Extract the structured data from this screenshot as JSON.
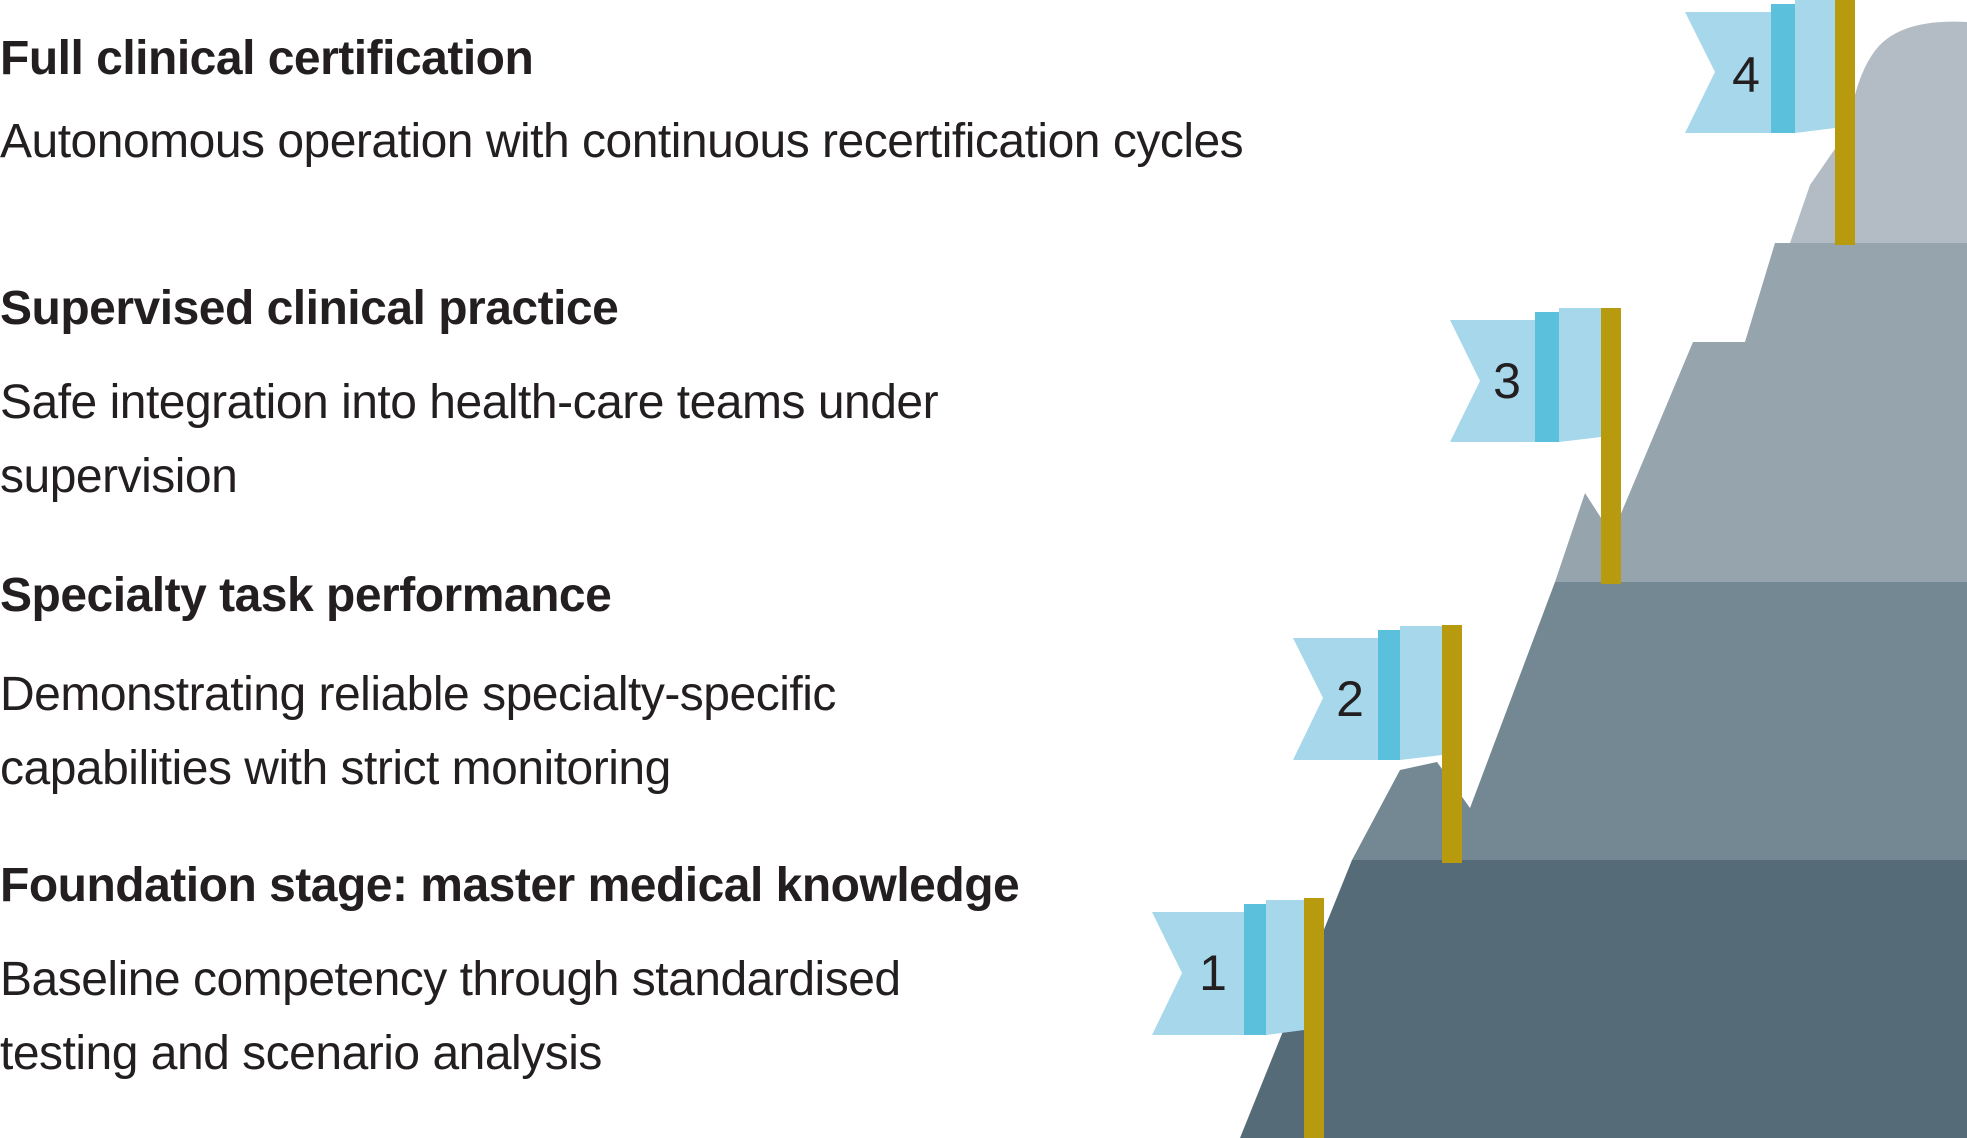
{
  "stages": [
    {
      "number": "1",
      "title": "Foundation stage: master medical knowledge",
      "description": "Baseline competency through standardised testing and scenario analysis"
    },
    {
      "number": "2",
      "title": "Specialty task performance",
      "description": "Demonstrating reliable specialty-specific capabilities with strict monitoring"
    },
    {
      "number": "3",
      "title": "Supervised clinical practice",
      "description": "Safe integration into health-care teams under supervision"
    },
    {
      "number": "4",
      "title": "Full clinical certification",
      "description": "Autonomous operation with continuous recertification cycles"
    }
  ],
  "colors": {
    "tier1": "#566b78",
    "tier2": "#738892",
    "tier3": "#95a4ad",
    "tier4": "#b3bcc4",
    "flag_light": "#a6d7ea",
    "flag_dark": "#5bc0dc",
    "pole": "#b89a0e"
  }
}
